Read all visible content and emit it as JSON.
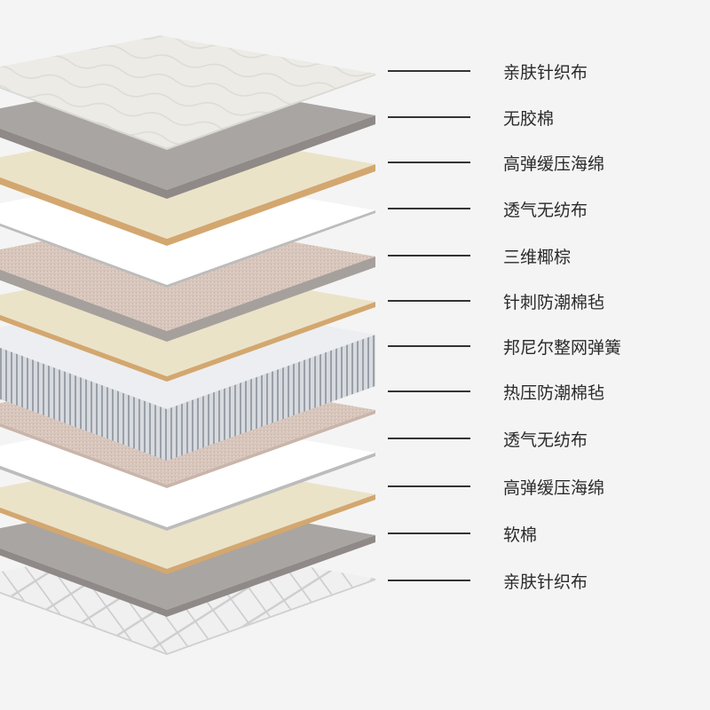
{
  "layers": [
    {
      "name": "亲肤针织布",
      "top": "#ecebe6",
      "side": "#d9d8d3",
      "kind": "fabric"
    },
    {
      "name": "无胶棉",
      "top": "#a9a5a2",
      "side": "#8f8a87",
      "kind": "plain"
    },
    {
      "name": "高弹缓压海绵",
      "top": "#ebe3c8",
      "side": "#d3a76f",
      "kind": "plain"
    },
    {
      "name": "透气无纺布",
      "top": "#ffffff",
      "side": "#bcbcbc",
      "kind": "plain"
    },
    {
      "name": "三维椰棕",
      "top": "#d8c6bc",
      "side": "#a6a09d",
      "kind": "coir"
    },
    {
      "name": "针刺防潮棉毡",
      "top": "#ebe3c8",
      "side": "#d3a76f",
      "kind": "plain"
    },
    {
      "name": "邦尼尔整网弹簧",
      "top": "#eceef1",
      "side": "#c3c7ce",
      "kind": "spring"
    },
    {
      "name": "热压防潮棉毡",
      "top": "#d8c6bc",
      "side": "#c9b5aa",
      "kind": "coir"
    },
    {
      "name": "透气无纺布",
      "top": "#ffffff",
      "side": "#bcbcbc",
      "kind": "plain"
    },
    {
      "name": "高弹缓压海绵",
      "top": "#ebe3c8",
      "side": "#d3a76f",
      "kind": "plain"
    },
    {
      "name": "软棉",
      "top": "#a9a5a2",
      "side": "#8f8a87",
      "kind": "plain"
    },
    {
      "name": "亲肤针织布",
      "top": "#f0f0f0",
      "side": "#cfcfcf",
      "kind": "quilt"
    }
  ]
}
